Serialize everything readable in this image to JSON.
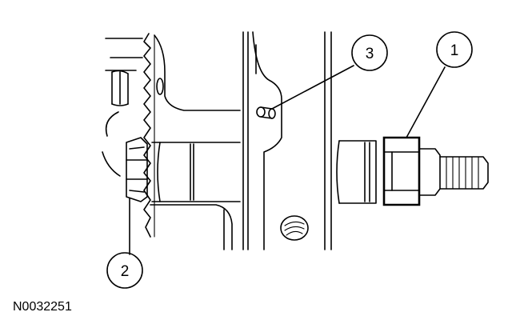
{
  "figure_id": "N0032251",
  "callouts": [
    {
      "label": "1"
    },
    {
      "label": "2"
    },
    {
      "label": "3"
    }
  ]
}
